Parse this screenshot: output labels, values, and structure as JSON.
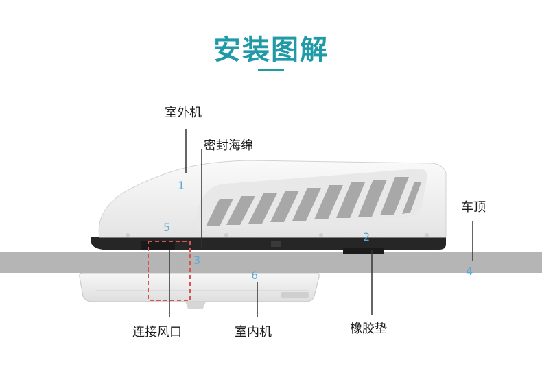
{
  "title": "安装图解",
  "colors": {
    "title": "#1f9aa6",
    "number": "#5aa9d8",
    "roof": "#b5b5b5",
    "unit_body": "#f2f2f2",
    "unit_base": "#262626",
    "callout_box": "#d9534f",
    "leader_line": "#333333"
  },
  "labels": {
    "outdoor_unit": "室外机",
    "sealing_sponge": "密封海绵",
    "roof": "车顶",
    "connect_port": "连接风口",
    "indoor_unit": "室内机",
    "rubber_pad": "橡胶垫"
  },
  "numbers": {
    "n1": "1",
    "n2": "2",
    "n3": "3",
    "n4": "4",
    "n5": "5",
    "n6": "6"
  }
}
